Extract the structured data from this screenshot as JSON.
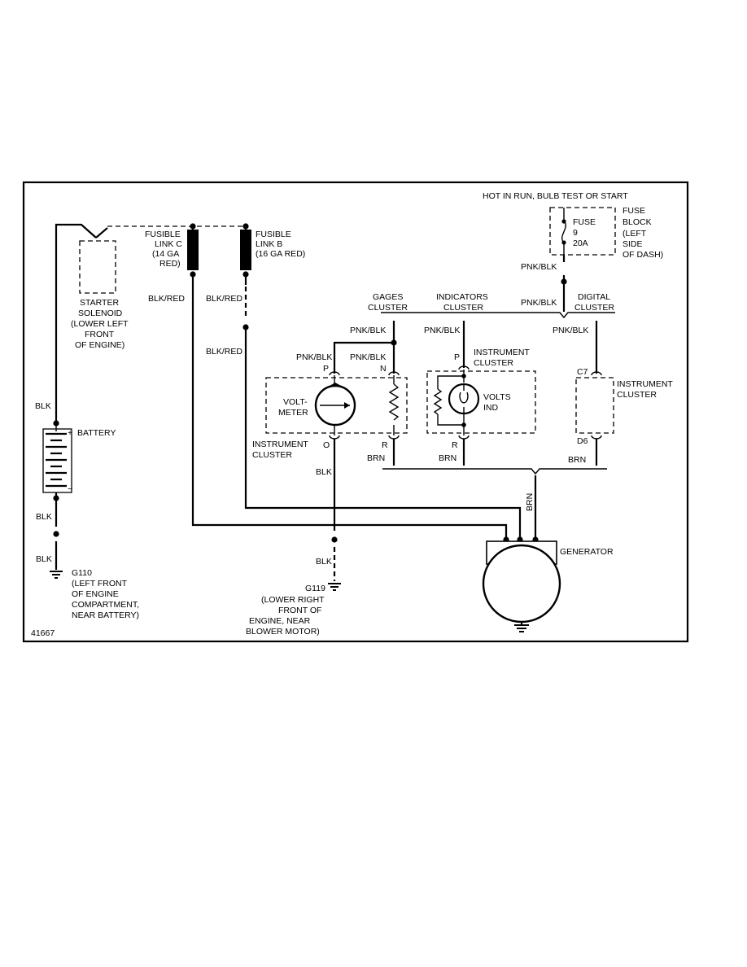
{
  "header": {
    "hot_label": "HOT IN RUN, BULB TEST OR START"
  },
  "fuse": {
    "name": "FUSE",
    "number": "9",
    "rating": "20A",
    "block_label": [
      "FUSE",
      "BLOCK",
      "(LEFT",
      "SIDE",
      "OF DASH)"
    ]
  },
  "fusible_link_c": [
    "FUSIBLE",
    "LINK C",
    "(14 GA",
    "RED)"
  ],
  "fusible_link_b": [
    "FUSIBLE",
    "LINK B",
    "(16 GA RED)"
  ],
  "starter_solenoid": [
    "STARTER",
    "SOLENOID",
    "(LOWER LEFT",
    "FRONT",
    "OF ENGINE)"
  ],
  "battery": {
    "label": "BATTERY"
  },
  "wires": {
    "blk": "BLK",
    "blk_red": "BLK/RED",
    "pnk_blk": "PNK/BLK",
    "brn": "BRN"
  },
  "clusters": {
    "gages": [
      "GAGES",
      "CLUSTER"
    ],
    "indicators": [
      "INDICATORS",
      "CLUSTER"
    ],
    "digital": [
      "DIGITAL",
      "CLUSTER"
    ],
    "instrument_cluster": [
      "INSTRUMENT",
      "CLUSTER"
    ]
  },
  "voltmeter": [
    "VOLT-",
    "METER"
  ],
  "volts_ind": [
    "VOLTS",
    "IND"
  ],
  "pins": {
    "p": "P",
    "n": "N",
    "o": "O",
    "r": "R",
    "c7": "C7",
    "d6": "D6"
  },
  "grounds": {
    "g110": [
      "G110",
      "(LEFT FRONT",
      "OF ENGINE",
      "COMPARTMENT,",
      "NEAR BATTERY)"
    ],
    "g119": [
      "G119",
      "(LOWER RIGHT",
      "FRONT OF",
      "ENGINE, NEAR",
      "BLOWER MOTOR)"
    ]
  },
  "generator": {
    "label": "GENERATOR"
  },
  "figure_number": "41667"
}
